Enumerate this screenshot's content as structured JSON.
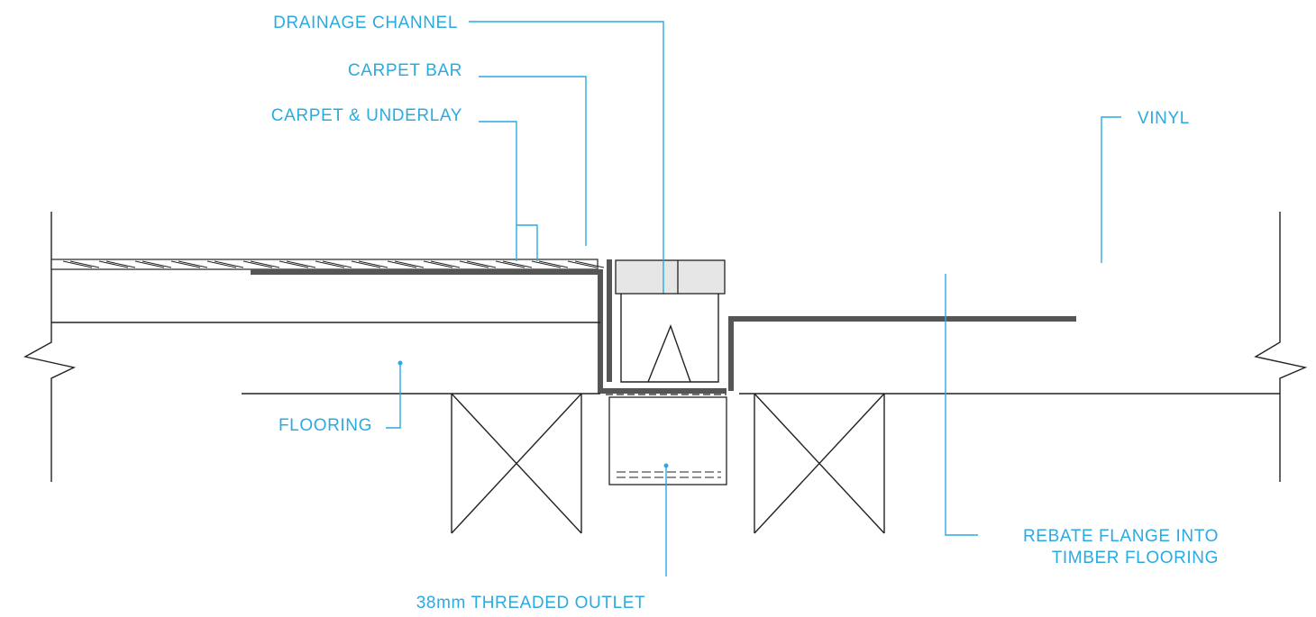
{
  "labels": {
    "drainage_channel": "DRAINAGE CHANNEL",
    "carpet_bar": "CARPET BAR",
    "carpet_underlay": "CARPET & UNDERLAY",
    "vinyl": "VINYL",
    "flooring": "FLOORING",
    "rebate_line1": "REBATE FLANGE INTO",
    "rebate_line2": "TIMBER FLOORING",
    "outlet": "38mm THREADED OUTLET"
  },
  "colors": {
    "accent": "#29abe2",
    "line": "#222222",
    "thick": "#555555",
    "grate": "#e6e6e6"
  }
}
